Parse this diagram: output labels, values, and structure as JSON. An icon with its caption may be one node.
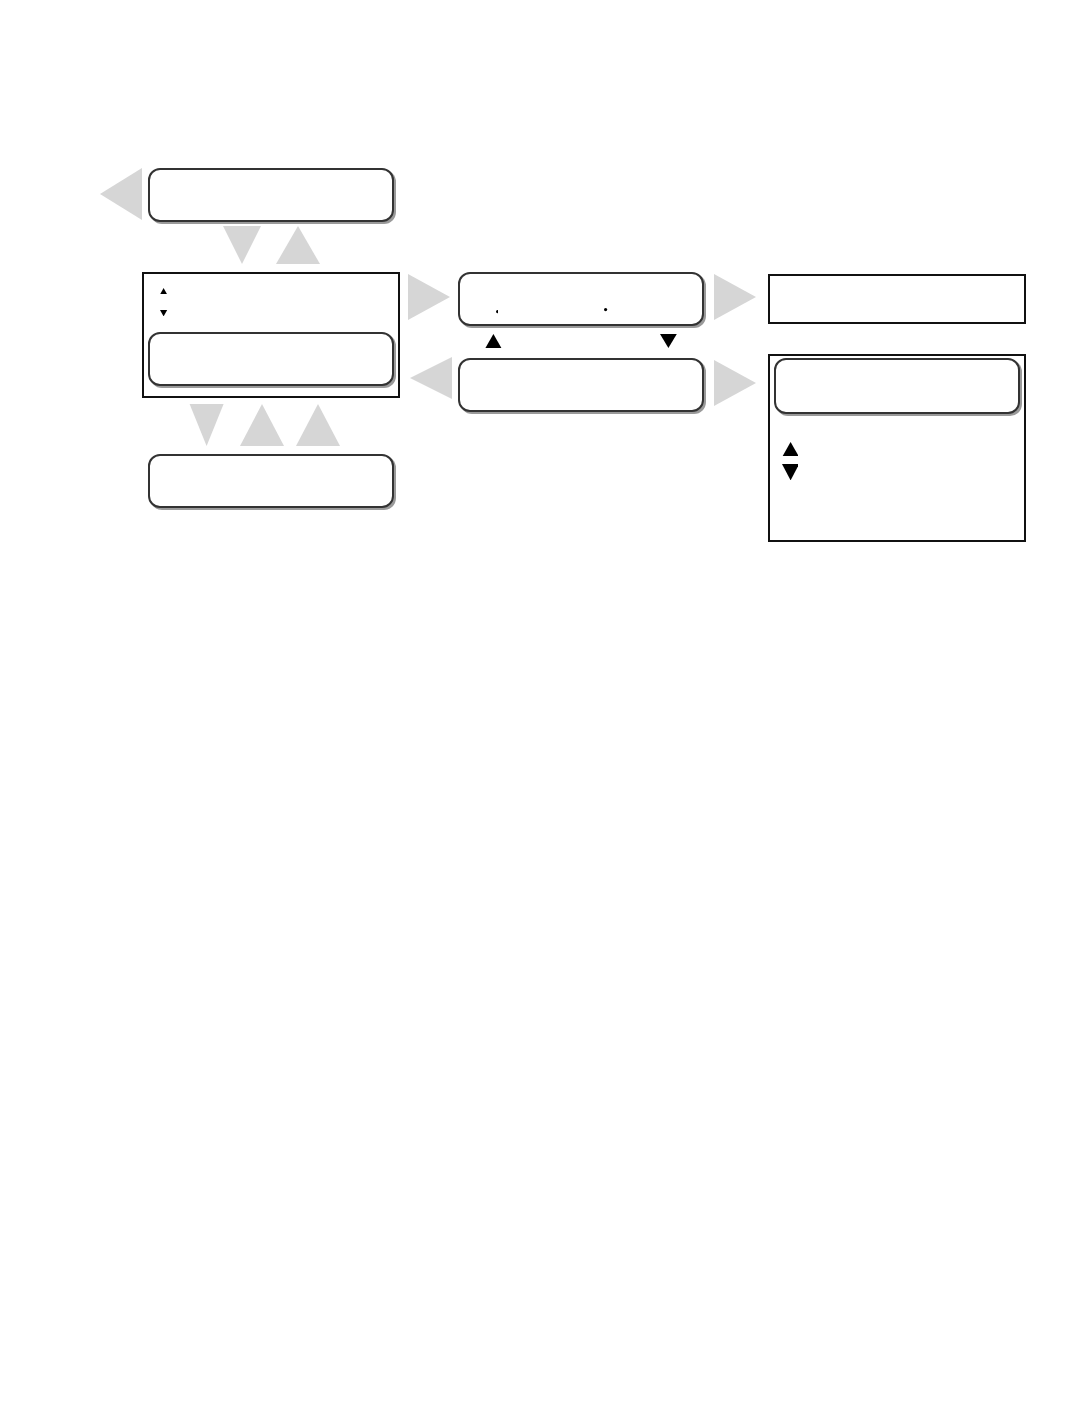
{
  "diagram": {
    "nodes": [
      {
        "text": [],
        "shape": "box"
      },
      {
        "text": [],
        "shape": "box"
      },
      {
        "text": [],
        "shape": "box",
        "in": 1
      },
      {
        "text": [],
        "shape": "box"
      },
      {
        "text": [],
        "shape": "box"
      },
      {
        "text": [],
        "shape": "box"
      },
      {
        "text": [],
        "shape": "box"
      },
      {
        "text": [],
        "shape": "box"
      },
      {
        "text": [],
        "shape": "box",
        "in": 7
      }
    ],
    "edges": [
      {
        "from": 0,
        "to": null,
        "arrow": "to"
      },
      {
        "from": 0,
        "to": 1,
        "arrow": "to"
      },
      {
        "from": 1,
        "to": 0,
        "arrow": "to"
      },
      {
        "from": 1,
        "to": 4,
        "arrow": "to"
      },
      {
        "from": 5,
        "to": 1,
        "arrow": "to"
      },
      {
        "from": 5,
        "to": 4,
        "arrow": "to",
        "color": "#000000"
      },
      {
        "from": 4,
        "to": 5,
        "arrow": "to",
        "color": "#000000"
      },
      {
        "from": 4,
        "to": 6,
        "arrow": "to"
      },
      {
        "from": 5,
        "to": 7,
        "arrow": "to"
      },
      {
        "from": 1,
        "to": 3,
        "arrow": "to"
      },
      {
        "from": 3,
        "to": 1,
        "arrow": "to"
      },
      {
        "from": 3,
        "to": 1,
        "arrow": "to"
      }
    ]
  }
}
